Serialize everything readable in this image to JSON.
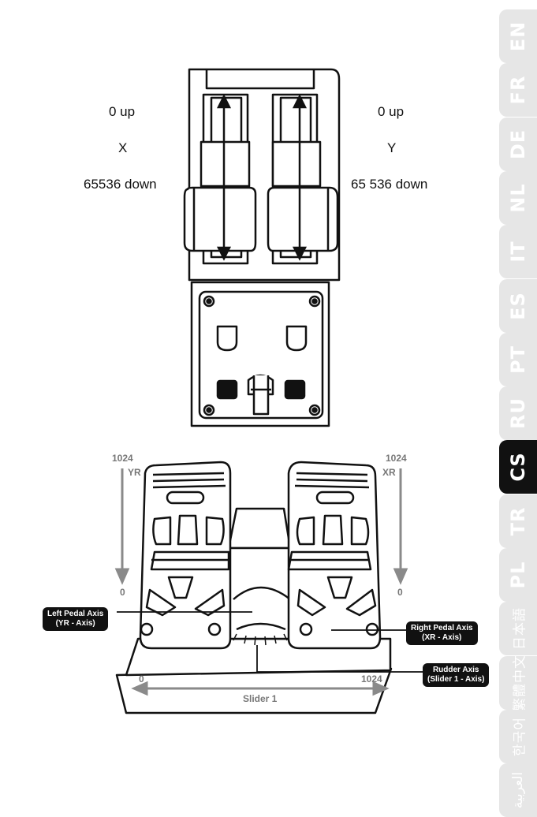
{
  "throttle": {
    "left_up": "0 up",
    "left_axis": "X",
    "left_down": "65536 down",
    "right_up": "0 up",
    "right_axis": "Y",
    "right_down": "65 536 down"
  },
  "pedals": {
    "yr_max": "1024",
    "yr_label": "YR",
    "yr_min": "0",
    "xr_max": "1024",
    "xr_label": "XR",
    "xr_min": "0",
    "slider_min": "0",
    "slider_max": "1024",
    "slider_label": "Slider 1",
    "left_callout_line1": "Left Pedal Axis",
    "left_callout_line2": "(YR - Axis)",
    "right_callout_line1": "Right Pedal Axis",
    "right_callout_line2": "(XR - Axis)",
    "rudder_callout_line1": "Rudder Axis",
    "rudder_callout_line2": "(Slider 1 - Axis)"
  },
  "language_tabs": [
    {
      "label": "EN",
      "active": false
    },
    {
      "label": "FR",
      "active": false
    },
    {
      "label": "DE",
      "active": false
    },
    {
      "label": "NL",
      "active": false
    },
    {
      "label": "IT",
      "active": false
    },
    {
      "label": "ES",
      "active": false
    },
    {
      "label": "PT",
      "active": false
    },
    {
      "label": "RU",
      "active": false
    },
    {
      "label": "CS",
      "active": true
    },
    {
      "label": "TR",
      "active": false
    },
    {
      "label": "PL",
      "active": false
    },
    {
      "label": "日本語",
      "active": false
    },
    {
      "label": "繁體中文",
      "active": false
    },
    {
      "label": "한국어",
      "active": false
    },
    {
      "label": "العربية",
      "active": false
    }
  ],
  "colors": {
    "tab_inactive": "#e6e6e6",
    "tab_active": "#111111",
    "axis_arrow": "#8a8a8a",
    "callout_bg": "#111111"
  }
}
